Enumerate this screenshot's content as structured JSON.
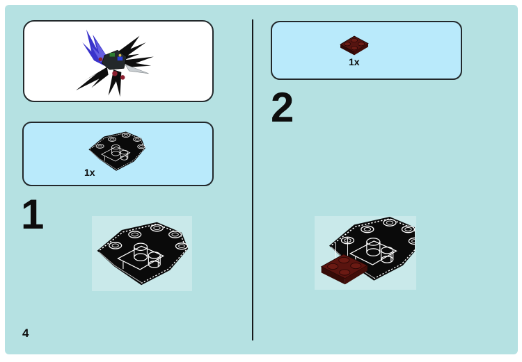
{
  "page": {
    "number": "4"
  },
  "colors": {
    "page_bg": "#b5e1e2",
    "callout_bg": "#b9eafb",
    "preview_bg": "#ffffff",
    "outline": "#22282b",
    "divider": "#16191b",
    "text": "#0d0d0d",
    "piece_black": "#0a0a0a",
    "piece_line": "#ffffff",
    "plate_red_top": "#5a140f",
    "plate_red_side": "#360b07",
    "wing_blue": "#3a33cb",
    "beak_silver": "#c9ced1",
    "accent_red": "#8c2030"
  },
  "left_column": {
    "model_preview": {
      "icon": "assembled-raven-model-image"
    },
    "parts_callout": {
      "quantity": "1x",
      "icon": "black-inverted-wedge-piece-icon"
    },
    "step": {
      "number": "1",
      "icon": "black-inverted-wedge-assembly-image"
    }
  },
  "right_column": {
    "parts_callout": {
      "quantity": "1x",
      "icon": "dark-red-plate-2x2-icon"
    },
    "step": {
      "number": "2",
      "icon": "wedge-with-dark-red-plate-assembly-image"
    }
  }
}
